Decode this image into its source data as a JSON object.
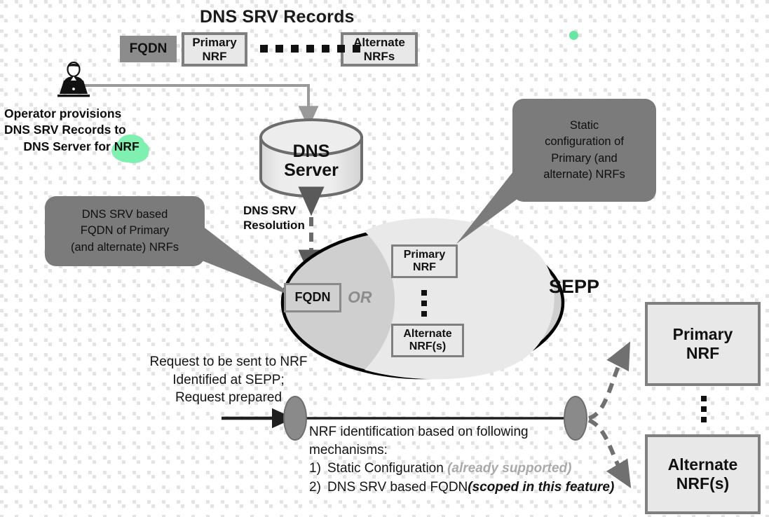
{
  "title": "DNS SRV Records",
  "top_records": {
    "fqdn_label": "FQDN",
    "primary_label": "Primary\nNRF",
    "primary_line1": "Primary",
    "primary_line2": "NRF",
    "alternate_line1": "Alternate",
    "alternate_line2": "NRFs",
    "ellipsis_icon": "horizontal-ellipsis"
  },
  "operator": {
    "icon": "operator-laptop-icon",
    "caption_line1": "Operator provisions",
    "caption_line2": "DNS SRV Records to",
    "caption_line3_prefix": "DNS Server for ",
    "caption_line3_highlight": "NRF",
    "highlight_color": "#7ff0b0"
  },
  "dns_server": {
    "line1": "DNS",
    "line2": "Server",
    "icon": "database-cylinder-icon"
  },
  "dns_resolution": {
    "line1": "DNS SRV",
    "line2": "Resolution"
  },
  "callouts": {
    "left": {
      "line1": "DNS SRV based",
      "line2": "FQDN of Primary",
      "line3": "(and alternate) NRFs"
    },
    "right": {
      "line1": "Static",
      "line2": "configuration of",
      "line3": "Primary (and",
      "line4": "alternate) NRFs"
    }
  },
  "sepp": {
    "label": "SEPP",
    "fqdn_label": "FQDN",
    "or_label": "OR",
    "primary_line1": "Primary",
    "primary_line2": "NRF",
    "alternate_line1": "Alternate",
    "alternate_line2": "NRF(s)",
    "vertical_dots_icon": "vertical-ellipsis"
  },
  "request_note": {
    "line1": "Request to be sent to NRF",
    "line2": "Identified at SEPP;",
    "line3": "Request prepared"
  },
  "mechanisms": {
    "heading_line1": "NRF identification based on following",
    "heading_line2": "mechanisms:",
    "items": [
      {
        "num": "1)",
        "text": "Static Configuration",
        "annotation": "(already supported)",
        "annotation_style": "grey"
      },
      {
        "num": "2)",
        "text": "DNS SRV based FQDN",
        "annotation": "(scoped in this feature)",
        "annotation_style": "black"
      }
    ]
  },
  "right_nrfs": {
    "primary_line1": "Primary",
    "primary_line2": "NRF",
    "alternate_line1": "Alternate",
    "alternate_line2": "NRF(s)",
    "vertical_dots_icon": "vertical-ellipsis"
  },
  "colors": {
    "callout_fill": "#7b7b7b",
    "box_fill": "#e8e8e8",
    "box_border": "#7f7f7f",
    "dark_box_fill": "#8c8c8c",
    "ellipse_outer": "#cfcfcf",
    "ellipse_inner": "#e6e6e6",
    "accent_green": "#67e8a0"
  }
}
